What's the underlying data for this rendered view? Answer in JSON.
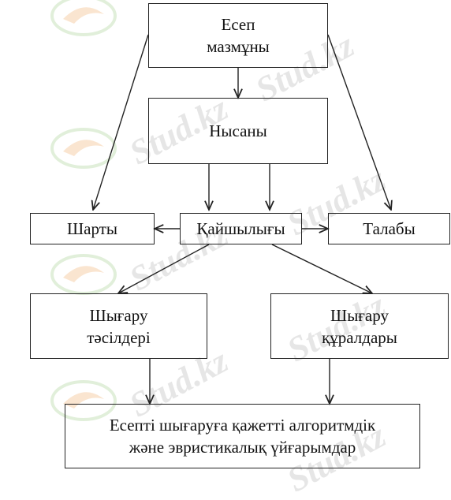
{
  "diagram": {
    "nodes": {
      "esep_mazmuny": [
        "Есеп",
        "мазмұны"
      ],
      "nysany": [
        "Нысаны"
      ],
      "sharty": [
        "Шарты"
      ],
      "kaishylygy": [
        "Қайшылығы"
      ],
      "talaby": [
        "Талабы"
      ],
      "shygaru_tasilderi": [
        "Шығару",
        "тәсілдері"
      ],
      "shygaru_kuraldary": [
        "Шығару",
        "құралдары"
      ],
      "algoritm": [
        "Есепті шығаруға қажетті алгоритмдік",
        "және эвристикалық үйғарымдар"
      ]
    },
    "edges": [
      [
        "esep_mazmuny",
        "nysany"
      ],
      [
        "esep_mazmuny",
        "sharty"
      ],
      [
        "esep_mazmuny",
        "talaby"
      ],
      [
        "nysany",
        "kaishylygy"
      ],
      [
        "kaishylygy",
        "sharty"
      ],
      [
        "kaishylygy",
        "talaby"
      ],
      [
        "kaishylygy",
        "shygaru_tasilderi"
      ],
      [
        "kaishylygy",
        "shygaru_kuraldary"
      ],
      [
        "shygaru_tasilderi",
        "algoritm"
      ],
      [
        "shygaru_kuraldary",
        "algoritm"
      ]
    ]
  },
  "watermark": "Stud.kz"
}
